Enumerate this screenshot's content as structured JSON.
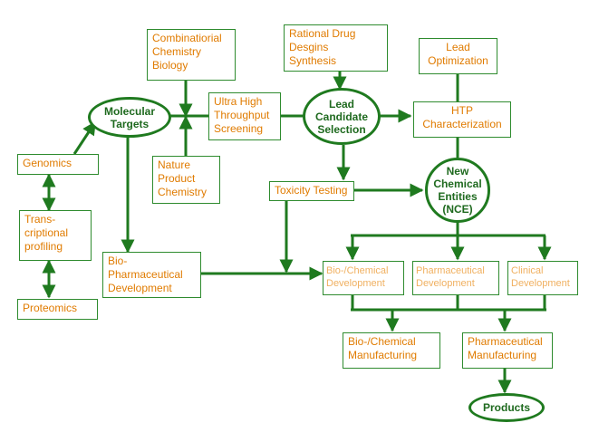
{
  "nodes": {
    "combinatorial": "Combinatiorial\nChemistry\nBiology",
    "rational_drug": "Rational Drug\nDesgins\nSynthesis",
    "lead_optimization": "Lead\nOptimization",
    "molecular_targets": "Molecular\nTargets",
    "ultra_high": "Ultra High\nThroughput\nScreening",
    "lead_candidate": "Lead\nCandidate\nSelection",
    "htp": "HTP\nCharacterization",
    "genomics": "Genomics",
    "nature_product": "Nature\nProduct\nChemistry",
    "toxicity": "Toxicity Testing",
    "nce": "New\nChemical\nEntities\n(NCE)",
    "transcriptional": "Trans-\ncriptional\nprofiling",
    "bio_pharma_dev": "Bio-\nPharmaceutical\nDevelopment",
    "bio_chem_dev": "Bio-/Chemical\nDevelopment",
    "pharma_dev": "Pharmaceutical\nDevelopment",
    "clinical_dev": "Clinical\nDevelopment",
    "proteomics": "Proteomics",
    "bio_chem_mfg": "Bio-/Chemical\nManufacturing",
    "pharma_mfg": "Pharmaceutical\nManufacturing",
    "products": "Products"
  },
  "colors": {
    "line": "#1f7a1f",
    "box_border": "#2e8b2e",
    "box_text": "#e07b00",
    "pale_text": "#f0b060",
    "ellipse_text": "#1f6a1f"
  }
}
